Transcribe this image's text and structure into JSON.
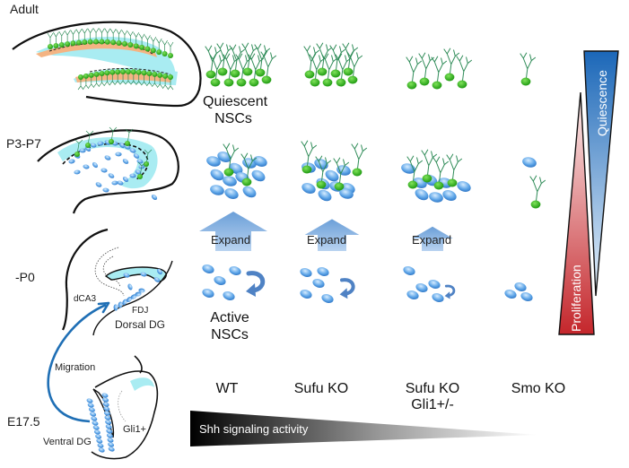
{
  "stages": {
    "adult": "Adult",
    "p3_p7": "P3-P7",
    "p0": "-P0",
    "e17_5": "E17.5"
  },
  "anatomy_labels": {
    "dca3": "dCA3",
    "fdj": "FDJ",
    "dorsal_dg": "Dorsal DG",
    "migration": "Migration",
    "ventral_dg": "Ventral DG",
    "gli1_plus": "Gli1+"
  },
  "cell_labels": {
    "quiescent": [
      "Quiescent",
      "NSCs"
    ],
    "active": [
      "Active",
      "NSCs"
    ]
  },
  "expand_label": "Expand",
  "genotypes": [
    {
      "name": "WT",
      "sub": ""
    },
    {
      "name": "Sufu KO",
      "sub": ""
    },
    {
      "name": "Sufu KO",
      "sub": "Gli1+/-"
    },
    {
      "name": "Smo KO",
      "sub": ""
    }
  ],
  "gradients": {
    "shh": "Shh signaling activity",
    "quiescence": "Quiescence",
    "proliferation": "Proliferation"
  },
  "colors": {
    "quiescent_cell": "#3cb424",
    "dendrite": "#2e8b57",
    "active_cell": "#4a90d9",
    "migration_arrow": "#1f6fb5",
    "gcl_cyan": "#a9ecf2",
    "adult_orange": "#f4b483",
    "quiescence_blue": "#1e6fbf",
    "proliferation_red": "#c0282d"
  },
  "cell_counts": {
    "quiescent_per_genotype": [
      10,
      8,
      5,
      1
    ],
    "active_per_genotype": [
      5,
      5,
      5,
      3
    ],
    "expand_arrow_scale": [
      1.0,
      0.8,
      0.6,
      0
    ]
  }
}
